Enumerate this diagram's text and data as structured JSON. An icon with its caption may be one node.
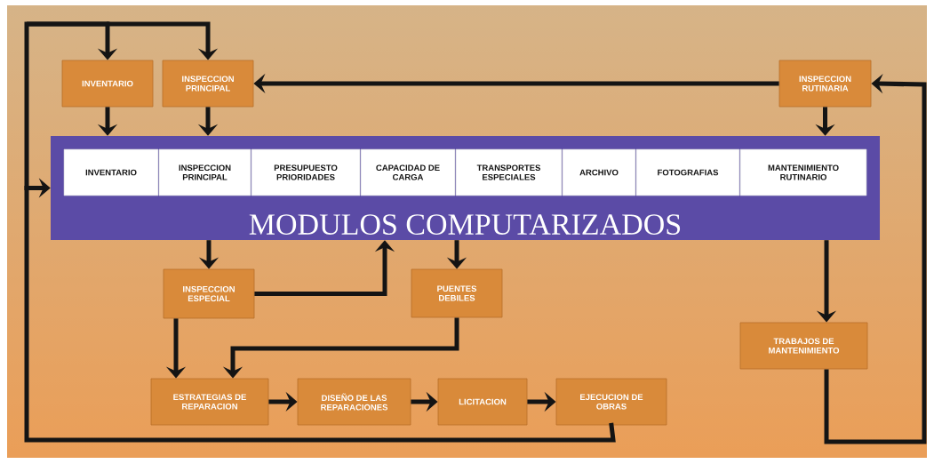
{
  "diagram": {
    "nodes": [
      {
        "text": [
          "INVENTARIO"
        ]
      },
      {
        "text": [
          "INSPECCION PRINCIPAL"
        ]
      },
      {
        "text": [
          "INSPECCION RUTINARIA"
        ]
      },
      {
        "text": [
          "MODULOS COMPUTARIZADOS"
        ]
      },
      {
        "text": [
          "INVENTARIO"
        ],
        "in": 3
      },
      {
        "text": [
          "INSPECCION PRINCIPAL"
        ],
        "in": 3
      },
      {
        "text": [
          "PRESUPUESTO PRIORIDADES"
        ],
        "in": 3
      },
      {
        "text": [
          "CAPACIDAD DE CARGA"
        ],
        "in": 3
      },
      {
        "text": [
          "TRANSPORTES ESPECIALES"
        ],
        "in": 3
      },
      {
        "text": [
          "ARCHIVO"
        ],
        "in": 3
      },
      {
        "text": [
          "FOTOGRAFIAS"
        ],
        "in": 3
      },
      {
        "text": [
          "MANTENIMIENTO RUTINARIO"
        ],
        "in": 3
      },
      {
        "text": [
          "INSPECCION ESPECIAL"
        ]
      },
      {
        "text": [
          "PUENTES DEBILES"
        ]
      },
      {
        "text": [
          "TRABAJOS DE MANTENIMIENTO"
        ]
      },
      {
        "text": [
          "ESTRATEGIAS DE REPARACION"
        ]
      },
      {
        "text": [
          "DISEÑO DE LAS REPARACIONES"
        ]
      },
      {
        "text": [
          "LICITACION"
        ]
      },
      {
        "text": [
          "EJECUCION DE OBRAS"
        ]
      }
    ],
    "edges": [
      {
        "from": 18,
        "to": 0,
        "arrow": "to"
      },
      {
        "from": 18,
        "to": 1,
        "arrow": "to"
      },
      {
        "from": 18,
        "to": 3,
        "arrow": "to"
      },
      {
        "from": 2,
        "to": 1,
        "arrow": "to"
      },
      {
        "from": 0,
        "to": 3,
        "arrow": "to"
      },
      {
        "from": 1,
        "to": 3,
        "arrow": "to"
      },
      {
        "from": 2,
        "to": 3,
        "arrow": "to"
      },
      {
        "from": 3,
        "to": 12,
        "arrow": "to"
      },
      {
        "from": 3,
        "to": 13,
        "arrow": "to"
      },
      {
        "from": 3,
        "to": 14,
        "arrow": "to"
      },
      {
        "from": 12,
        "to": 3,
        "arrow": "to"
      },
      {
        "from": 12,
        "to": 15,
        "arrow": "to"
      },
      {
        "from": 13,
        "to": 15,
        "arrow": "to"
      },
      {
        "from": 15,
        "to": 16,
        "arrow": "to"
      },
      {
        "from": 16,
        "to": 17,
        "arrow": "to"
      },
      {
        "from": 17,
        "to": 18,
        "arrow": "to"
      },
      {
        "from": 14,
        "to": 2,
        "arrow": "to"
      }
    ]
  }
}
